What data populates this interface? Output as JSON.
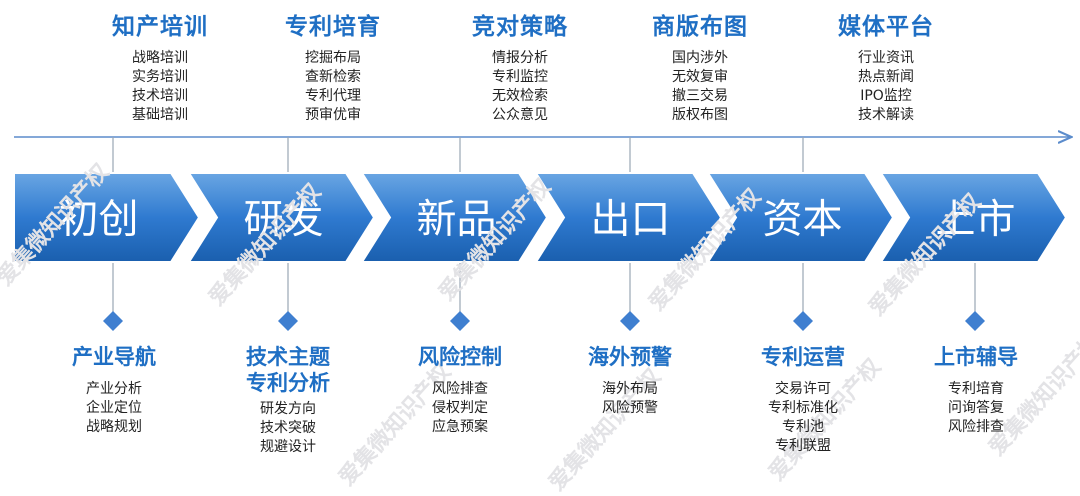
{
  "stages": [
    {
      "label": "初创",
      "top": {
        "title": "知产培训",
        "items": [
          "战略培训",
          "实务培训",
          "技术培训",
          "基础培训"
        ]
      },
      "bottom": {
        "title": [
          "产业导航"
        ],
        "items": [
          "产业分析",
          "企业定位",
          "战略规划"
        ]
      }
    },
    {
      "label": "研发",
      "top": {
        "title": "专利培育",
        "items": [
          "挖掘布局",
          "查新检索",
          "专利代理",
          "预审优审"
        ]
      },
      "bottom": {
        "title": [
          "技术主题",
          "专利分析"
        ],
        "items": [
          "研发方向",
          "技术突破",
          "规避设计"
        ]
      }
    },
    {
      "label": "新品",
      "top": {
        "title": "竞对策略",
        "items": [
          "情报分析",
          "专利监控",
          "无效检索",
          "公众意见"
        ]
      },
      "bottom": {
        "title": [
          "风险控制"
        ],
        "items": [
          "风险排查",
          "侵权判定",
          "应急预案"
        ]
      }
    },
    {
      "label": "出口",
      "top": {
        "title": "商版布图",
        "items": [
          "国内涉外",
          "无效复审",
          "撤三交易",
          "版权布图"
        ]
      },
      "bottom": {
        "title": [
          "海外预警"
        ],
        "items": [
          "海外布局",
          "风险预警"
        ]
      }
    },
    {
      "label": "资本",
      "top": {
        "title": "媒体平台",
        "items": [
          "行业资讯",
          "热点新闻",
          "IPO监控",
          "技术解读"
        ]
      },
      "bottom": {
        "title": [
          "专利运营"
        ],
        "items": [
          "交易许可",
          "专利标准化",
          "专利池",
          "专利联盟"
        ]
      }
    },
    {
      "label": "上市",
      "top": {
        "title": "",
        "items": []
      },
      "bottom": {
        "title": [
          "上市辅导"
        ],
        "items": [
          "专利培育",
          "问询答复",
          "风险排查"
        ]
      }
    }
  ],
  "watermark": "爱集微知识产权",
  "colors": {
    "accent": "#1f6fc4",
    "chevron_dark": "#1a5fae",
    "chevron_mid": "#2f7ad0",
    "chevron_light": "#5f9fe0",
    "timeline": "#5b8ccc",
    "connector": "#9aa6b4",
    "diamond": "#3f7fd0"
  }
}
